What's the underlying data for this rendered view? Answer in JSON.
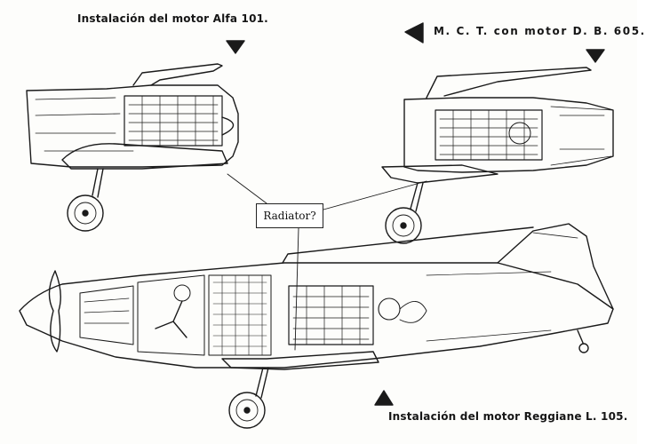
{
  "captions": {
    "alfa": "Instalación del motor Alfa 101.",
    "mct": "M. C. T. con motor D. B. 605.",
    "reggiane": "Instalación del motor Reggiane L. 105."
  },
  "callout": {
    "label": "Radiator?"
  },
  "colors": {
    "ink": "#1a1a1a",
    "paper": "#fdfdfb",
    "callout_border": "#222222"
  }
}
